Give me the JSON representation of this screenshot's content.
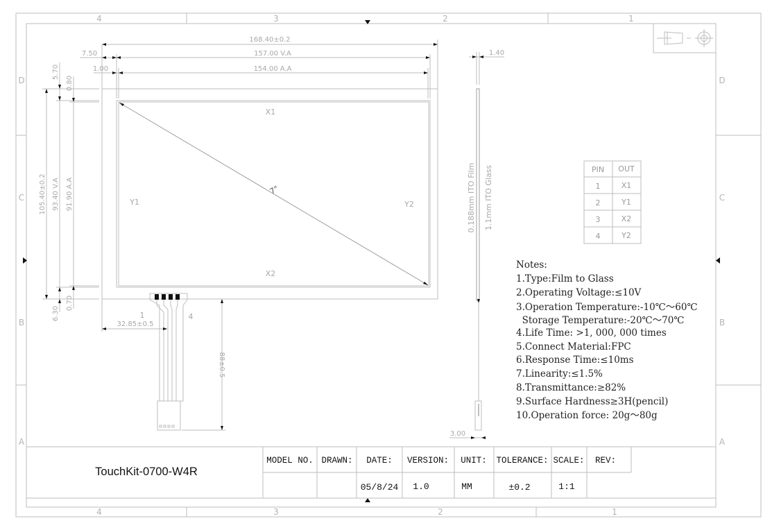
{
  "drawing": {
    "title": "TouchKit-0700-W4R",
    "grid_columns_top": [
      "4",
      "3",
      "2",
      "1"
    ],
    "grid_columns_bottom": [
      "4",
      "3",
      "2",
      "1"
    ],
    "grid_rows_left": [
      "D",
      "C",
      "B",
      "A"
    ],
    "grid_rows_right": [
      "D",
      "C",
      "B",
      "A"
    ]
  },
  "front_view": {
    "dims_horizontal": {
      "overall": "168.40±0.2",
      "va": "157.00 V.A",
      "aa": "154.00 A.A",
      "left_offset_va": "7.50",
      "left_offset_aa": "1.00"
    },
    "dims_vertical": {
      "overall": "105.40±0.2",
      "va": "93.40 V.A",
      "aa": "91.90 A.A",
      "top_offset_va": "5.70",
      "top_offset_aa": "0.80",
      "bottom_offset_va": "6.30",
      "bottom_offset_aa": "0.70"
    },
    "electrode_labels": {
      "top": "X1",
      "bottom": "X2",
      "left": "Y1",
      "right": "Y2"
    },
    "diagonal_label": "7\"",
    "fpc": {
      "pin_first": "1",
      "pin_last": "4",
      "offset_dim": "32.85±0.5",
      "length_dim": "88±0.5"
    }
  },
  "side_view": {
    "thickness_dim": "1.40",
    "tail_dim": "3.00",
    "layer_film": "0.188mm ITO Film",
    "layer_glass": "1.1mm ITO Glass"
  },
  "pin_table": {
    "headers": [
      "PIN",
      "OUT"
    ],
    "rows": [
      {
        "pin": "1",
        "out": "X1"
      },
      {
        "pin": "2",
        "out": "Y1"
      },
      {
        "pin": "3",
        "out": "X2"
      },
      {
        "pin": "4",
        "out": "Y2"
      }
    ]
  },
  "notes": {
    "heading": "Notes:",
    "items": [
      "1.Type:Film to Glass",
      "2.Operating Voltage:≤10V",
      "3.Operation Temperature:-10℃～60℃",
      "  Storage Temperature:-20℃～70℃",
      "4.Life Time: >1, 000, 000 times",
      "5.Connect Material:FPC",
      "6.Response Time:≤10ms",
      "7.Linearity:≤1.5%",
      "8.Transmittance:≥82%",
      "9.Surface Hardness≥3H(pencil)",
      "10.Operation force: 20g～80g"
    ]
  },
  "title_block": {
    "model_no_label": "MODEL NO.",
    "drawn_label": "DRAWN:",
    "date_label": "DATE:",
    "version_label": "VERSION:",
    "unit_label": "UNIT:",
    "tolerance_label": "TOLERANCE:",
    "scale_label": "SCALE:",
    "rev_label": "REV:",
    "model_no": "",
    "drawn": "",
    "date": "05/8/24",
    "version": "1.0",
    "unit": "MM",
    "tolerance": "±0.2",
    "scale": "1:1",
    "rev": ""
  },
  "projection_symbol": "third-angle-projection-icon"
}
